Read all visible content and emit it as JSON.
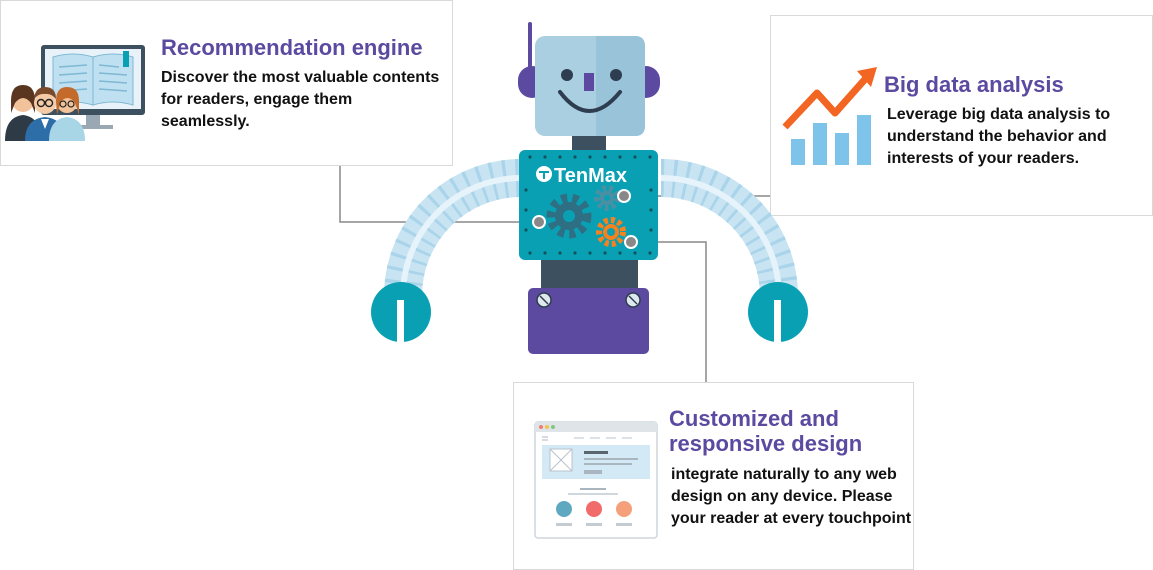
{
  "brand": {
    "logo_text": "TenMax"
  },
  "colors": {
    "purple": "#5b4aa0",
    "teal": "#0aa0b4",
    "orange": "#f5821f",
    "light_blue": "#a9cfe0",
    "arm_blue": "#c8e4f2",
    "dark": "#3d5060"
  },
  "features": {
    "recommendation": {
      "title": "Recommendation engine",
      "description": "Discover the most valuable contents for readers, engage them seamlessly.",
      "icon": "readers-with-book-icon"
    },
    "big_data": {
      "title": "Big data analysis",
      "description": "Leverage big data analysis to understand the behavior and interests of your readers.",
      "icon": "rising-chart-icon"
    },
    "design": {
      "title": "Customized and responsive design",
      "description": "integrate naturally to any web design on any device. Please your reader at every touchpoint",
      "icon": "web-layout-icon"
    }
  }
}
